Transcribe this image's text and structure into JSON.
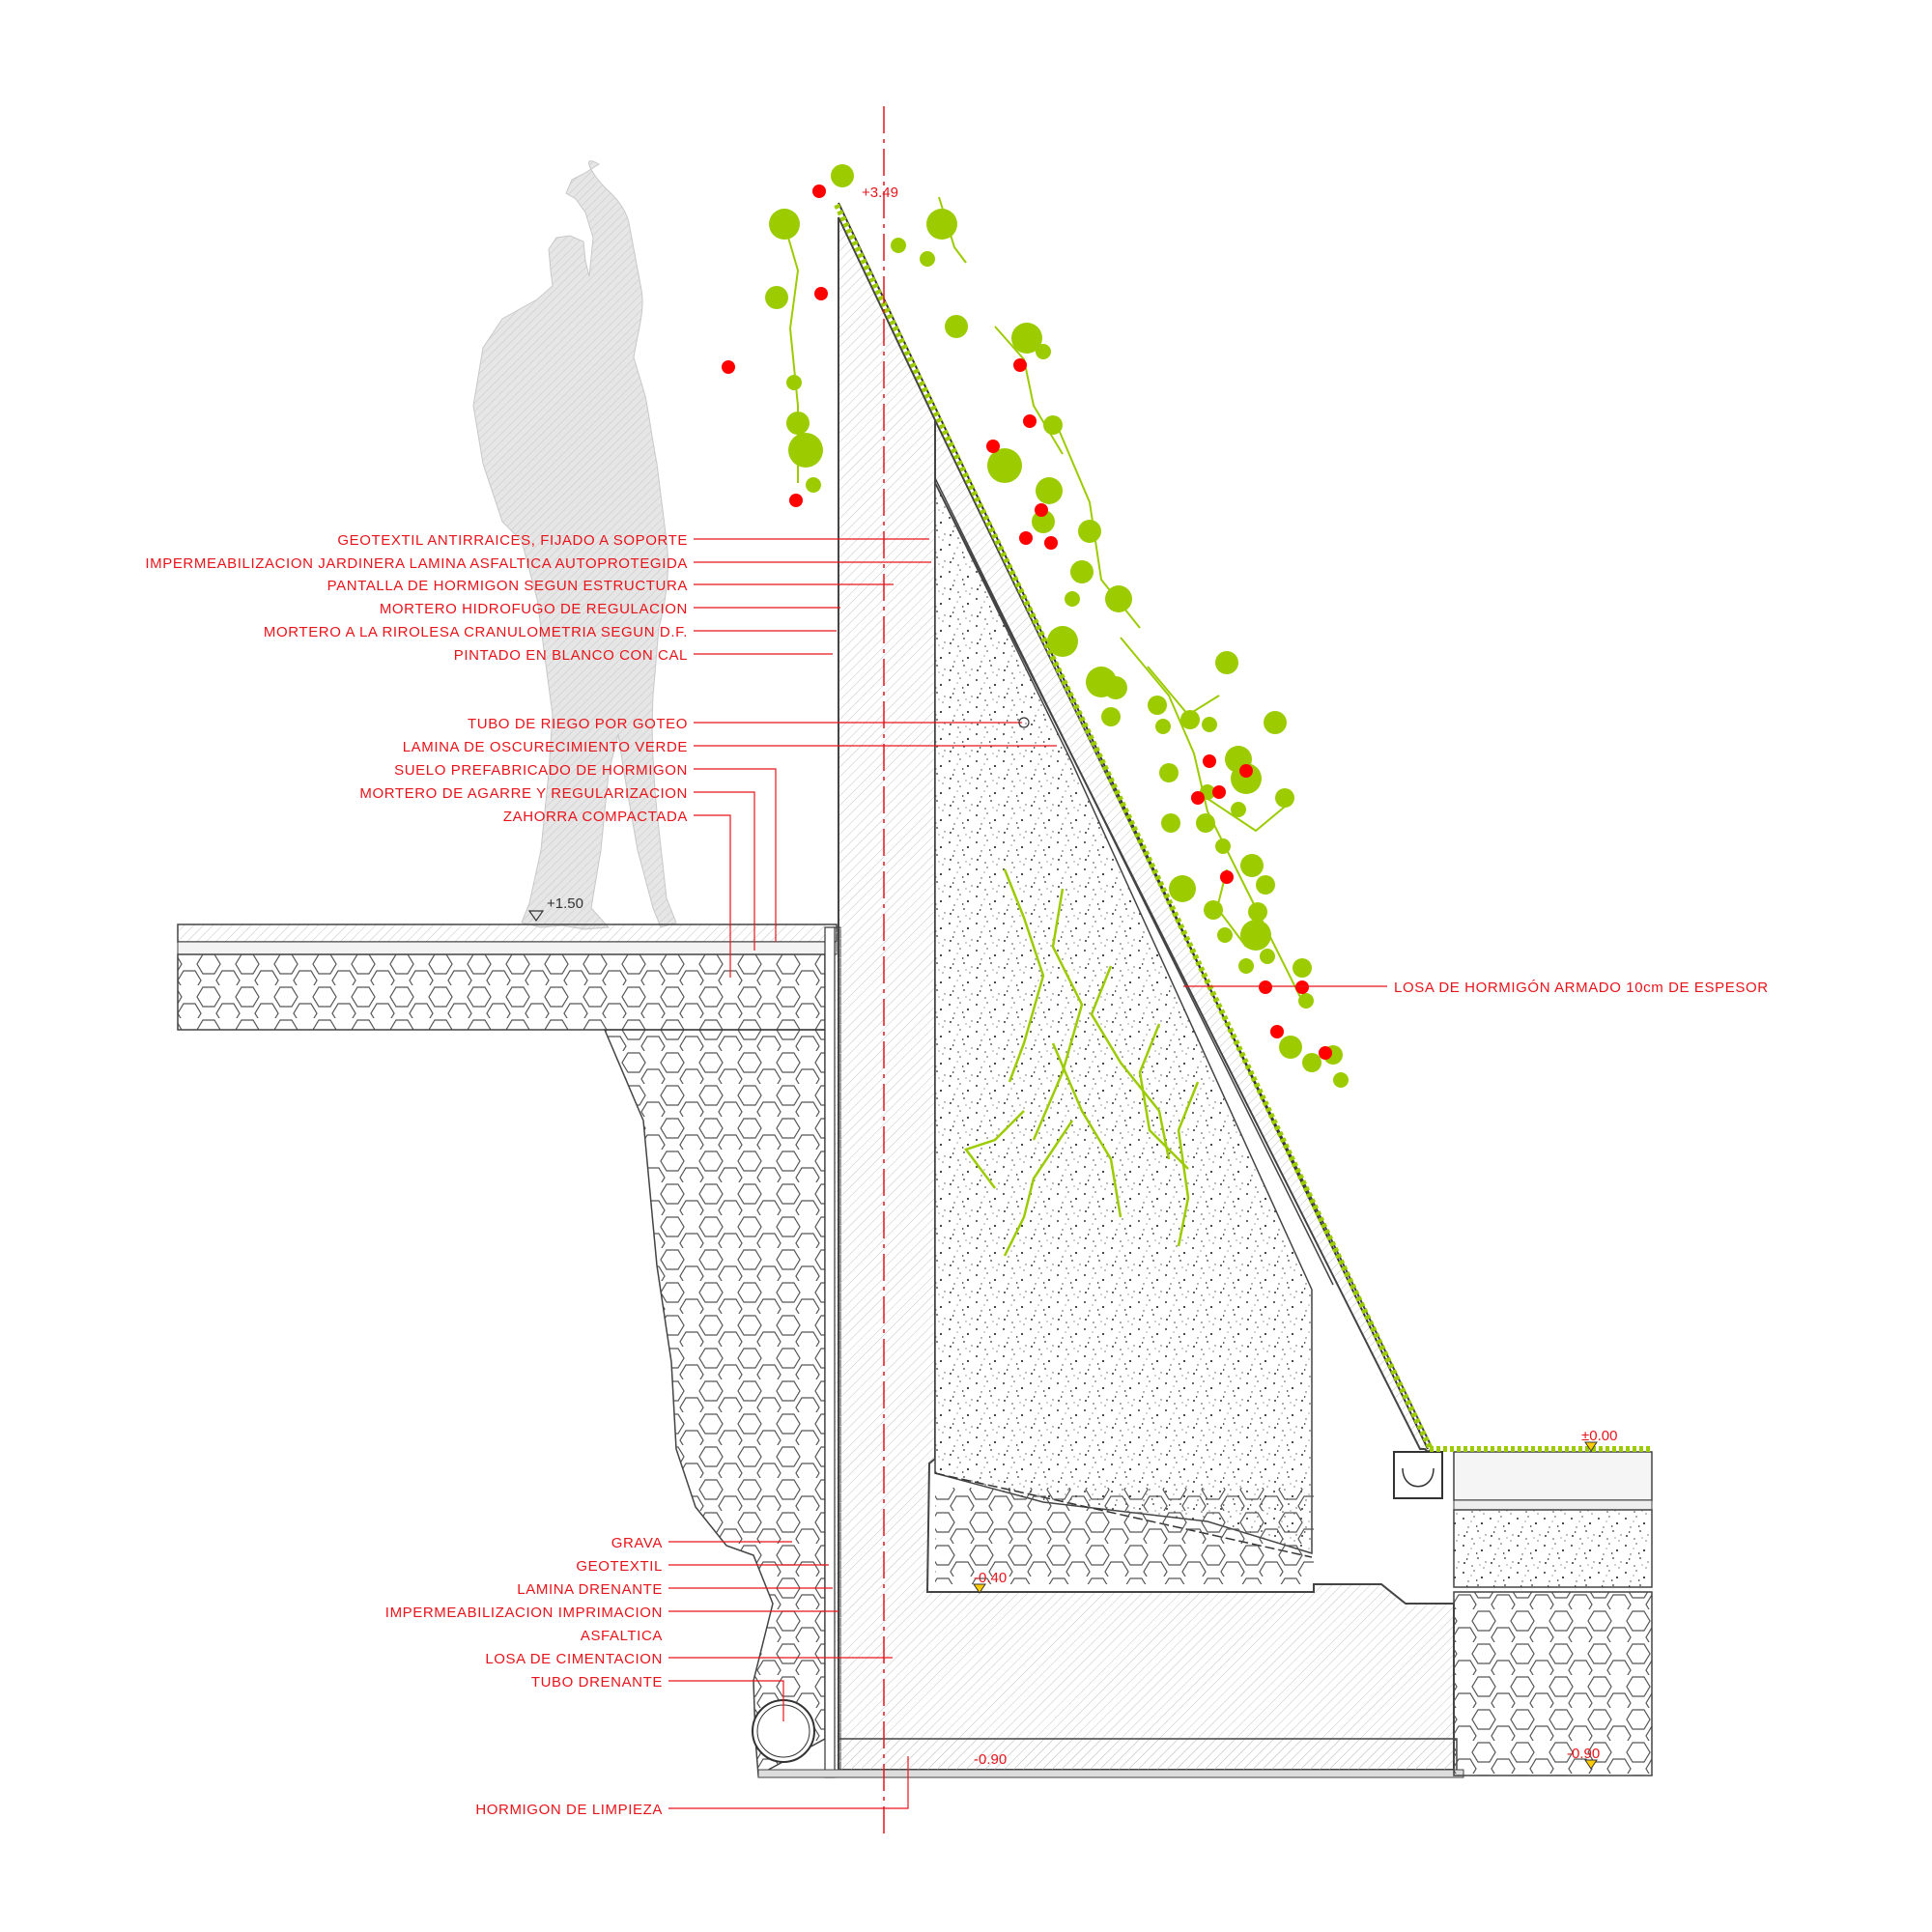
{
  "drawing": {
    "colors": {
      "annotation": "#e8141b",
      "vegetation": "#9ccc00",
      "berries": "#ff0000",
      "outline": "#444444",
      "figure": "#d9d9d9"
    },
    "labels_upper": [
      "GEOTEXTIL ANTIRRAICES, FIJADO A SOPORTE",
      "IMPERMEABILIZACION JARDINERA LAMINA ASFALTICA AUTOPROTEGIDA",
      "PANTALLA DE HORMIGON SEGUN ESTRUCTURA",
      "MORTERO HIDROFUGO DE REGULACION",
      "MORTERO A LA RIROLESA CRANULOMETRIA SEGUN D.F.",
      "PINTADO EN BLANCO CON CAL"
    ],
    "labels_middle": [
      "TUBO DE RIEGO POR GOTEO",
      "LAMINA DE OSCURECIMIENTO VERDE",
      "SUELO PREFABRICADO DE HORMIGON",
      "MORTERO DE AGARRE Y REGULARIZACION",
      "ZAHORRA COMPACTADA"
    ],
    "label_right": "LOSA DE HORMIGÓN ARMADO 10cm DE ESPESOR",
    "labels_lower": [
      "GRAVA",
      "GEOTEXTIL",
      "LAMINA DRENANTE",
      "IMPERMEABILIZACION IMPRIMACION",
      "ASFALTICA",
      "LOSA DE CIMENTACION",
      "TUBO DRENANTE"
    ],
    "label_bottom": "HORMIGON DE LIMPIEZA",
    "levels": {
      "top": "+3.49",
      "terrace": "+1.50",
      "ground": "±0.00",
      "planter_base": "-0.40",
      "foundation": "-0.90",
      "right_bottom": "-0.90"
    }
  }
}
